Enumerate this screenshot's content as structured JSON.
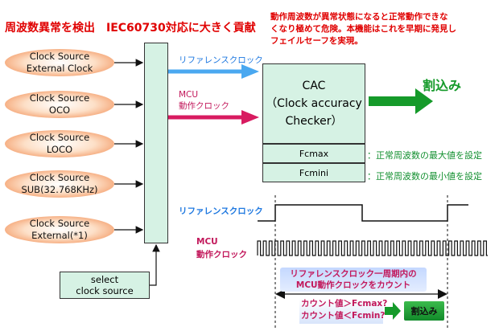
{
  "title": "周波数異常を検出　IEC60730対応に大きく貢献",
  "note_lines": [
    "動作周波数が異常状態になると正常動作できな",
    "くなり極めて危険。本機能はこれを早期に発見し",
    "フェイルセーフを実現。"
  ],
  "sources": [
    {
      "line1": "Clock  Source",
      "line2": "External Clock"
    },
    {
      "line1": "Clock  Source",
      "line2": "OCO"
    },
    {
      "line1": "Clock  Source",
      "line2": "LOCO"
    },
    {
      "line1": "Clock  Source",
      "line2": "SUB(32.768KHz)"
    },
    {
      "line1": "Clock  Source",
      "line2": "External(*1)"
    }
  ],
  "select_box": {
    "line1": "select",
    "line2": "clock source"
  },
  "ref_clock_label": "リファレンスクロック",
  "mcu_clock_label": {
    "line1": "MCU",
    "line2": "動作クロック"
  },
  "cac": {
    "line1": "CAC",
    "line2": "（Clock accuracy",
    "line3": "Checker）"
  },
  "registers": [
    {
      "name": "Fcmax",
      "desc": "：正常周波数の最大値を設定"
    },
    {
      "name": "Fcmini",
      "desc": "：正常周波数の最小値を設定"
    }
  ],
  "interrupt_label": "割込み",
  "waveform": {
    "ref_label": "リファレンスクロック",
    "mcu_label": {
      "line1": "MCU",
      "line2": "動作クロック"
    }
  },
  "count_box": {
    "line1": "リファレンスクロック一周期内の",
    "line2": "MCU動作クロックをカウント"
  },
  "condition": {
    "line1": "カウント値＞Fcmax?",
    "line2": "カウント値＜Fcmin?"
  },
  "interrupt_button": "割込み",
  "colors": {
    "red": "#e00000",
    "blue_arrow": "#4aa8f0",
    "pink_arrow": "#d81b60",
    "green_arrow": "#159a2a",
    "box_fill": "#d6f2e4"
  }
}
